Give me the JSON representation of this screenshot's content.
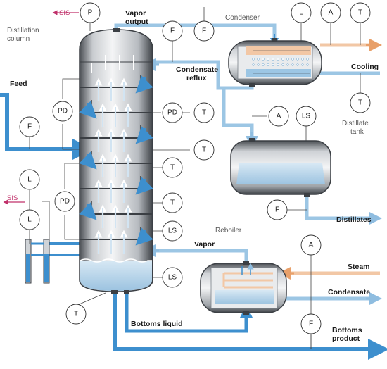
{
  "labels": {
    "distillation_column": [
      "Distillation",
      "column"
    ],
    "vapor_output": [
      "Vapor",
      "output"
    ],
    "condenser": "Condenser",
    "condensate_reflux": [
      "Condensate",
      "reflux"
    ],
    "cooling": "Cooling",
    "distillate_tank": [
      "Distillate",
      "tank"
    ],
    "distillates": "Distillates",
    "feed": "Feed",
    "reboiler": "Reboiler",
    "vapor": "Vapor",
    "steam": "Steam",
    "condensate": "Condensate",
    "bottoms_liquid": "Bottoms liquid",
    "bottoms_product": [
      "Bottoms",
      "product"
    ],
    "sis_top": "SIS",
    "sis_left": "SIS"
  },
  "instruments": {
    "p_top": "P",
    "f_vapor1": "F",
    "f_vapor2": "F",
    "l_condenser": "L",
    "a_condenser": "A",
    "t_condenser": "T",
    "t_cooling": "T",
    "a_reflux": "A",
    "ls_tank": "LS",
    "f_distillate": "F",
    "f_feed": "F",
    "pd_upper": "PD",
    "pd_mid": "PD",
    "t_mid1": "T",
    "t_mid2": "T",
    "t_mid3": "T",
    "t_mid4": "T",
    "ls_vapor": "LS",
    "ls_bottom": "LS",
    "l_left1": "L",
    "l_left2": "L",
    "pd_lower": "PD",
    "a_steam": "A",
    "t_bottom": "T",
    "f_bottom": "F"
  },
  "colors": {
    "pipe_blue": "#3d8fce",
    "pipe_light": "#9cc6e4",
    "steam_orange": "#e8a06a",
    "sis_pink": "#c0306a",
    "vessel_dark": "#3b3f44",
    "vessel_light": "#e9ebed",
    "liquid": "#bcd8ec"
  }
}
